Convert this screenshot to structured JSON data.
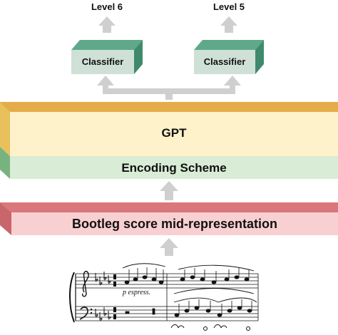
{
  "levels": {
    "left": "Level 6",
    "right": "Level 5"
  },
  "classifiers": {
    "left": "Classifier",
    "right": "Classifier"
  },
  "layers": {
    "gpt": "GPT",
    "encoding": "Encoding Scheme",
    "bootleg": "Bootleg score mid-representation"
  },
  "score": {
    "expression": "p espress."
  },
  "colors": {
    "classifier_front": "#cfe0d6",
    "classifier_top": "#5fa98a",
    "gpt_front": "#fdf2c9",
    "gpt_top": "#e4ad4a",
    "encoding_front": "#d9ecd6",
    "encoding_side": "#78b37f",
    "bootleg_front": "#f9d0d2",
    "bootleg_top": "#d9777c",
    "arrow": "#cfcfcf"
  }
}
